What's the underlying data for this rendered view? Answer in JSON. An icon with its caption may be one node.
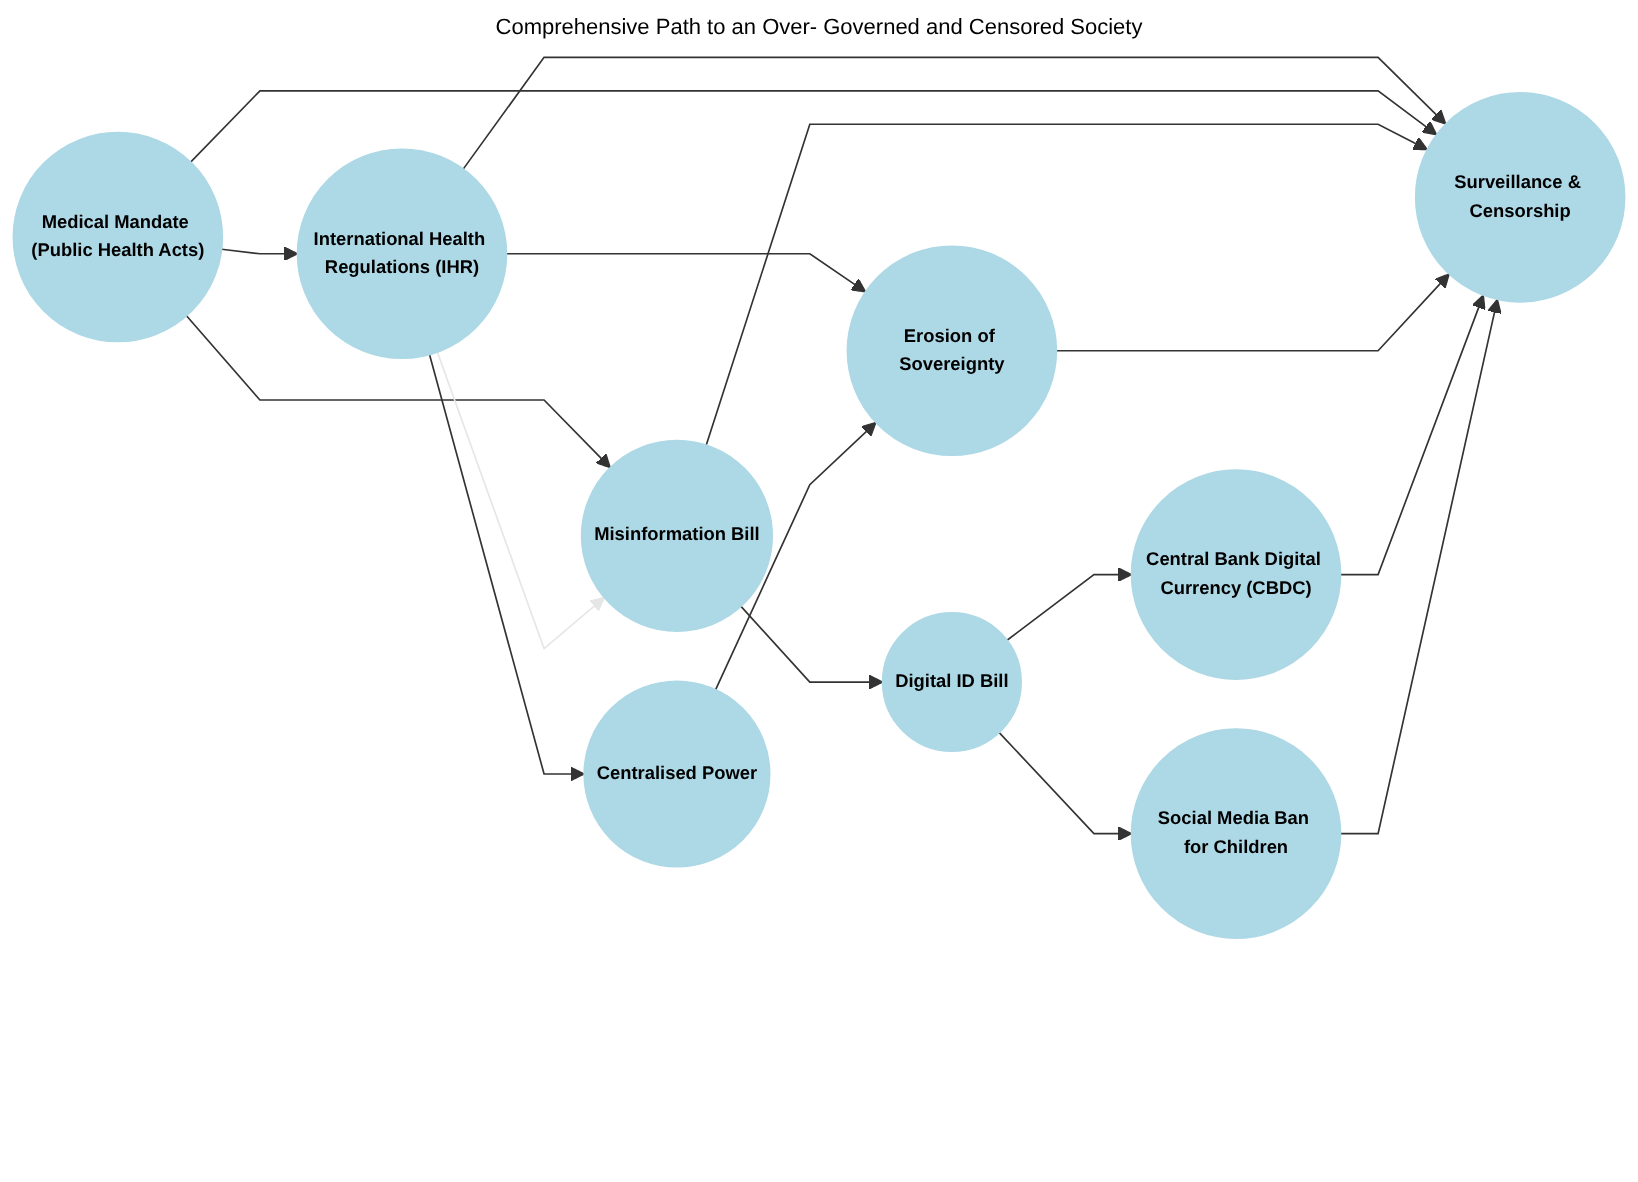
{
  "diagram": {
    "title": "Comprehensive Path to an Over- Governed and Censored Society",
    "nodes": [
      {
        "text": [
          "International Health Regulations (IHR)"
        ]
      },
      {
        "text": [
          "Misinformation Bill"
        ]
      },
      {
        "text": [
          "Digital ID Bill"
        ]
      },
      {
        "text": [
          "Social Media Ban for Children"
        ]
      },
      {
        "text": [
          "Medical Mandate (Public Health Acts)"
        ]
      },
      {
        "text": [
          "Centralised Power"
        ]
      },
      {
        "text": [
          "Central Bank Digital Currency (CBDC)"
        ]
      },
      {
        "text": [
          "Erosion of Sovereignty"
        ]
      },
      {
        "text": [
          "Surveillance & Censorship"
        ]
      }
    ],
    "edges": [
      {
        "from": 4,
        "to": 0,
        "arrow": "to"
      },
      {
        "from": 4,
        "to": 1,
        "arrow": "to"
      },
      {
        "from": 0,
        "to": 1,
        "arrow": "to",
        "color": "#e6e6e6"
      },
      {
        "from": 1,
        "to": 2,
        "arrow": "to"
      },
      {
        "from": 2,
        "to": 3,
        "arrow": "to"
      },
      {
        "from": 2,
        "to": 6,
        "arrow": "to"
      },
      {
        "from": 0,
        "to": 5,
        "arrow": "to"
      },
      {
        "from": 0,
        "to": 7,
        "arrow": "to"
      },
      {
        "from": 0,
        "to": 8,
        "arrow": "to"
      },
      {
        "from": 5,
        "to": 7,
        "arrow": "to"
      },
      {
        "from": 4,
        "to": 8,
        "arrow": "to"
      },
      {
        "from": 1,
        "to": 8,
        "arrow": "to"
      },
      {
        "from": 7,
        "to": 8,
        "arrow": "to"
      },
      {
        "from": 6,
        "to": 8,
        "arrow": "to"
      },
      {
        "from": 3,
        "to": 8,
        "arrow": "to"
      }
    ]
  }
}
